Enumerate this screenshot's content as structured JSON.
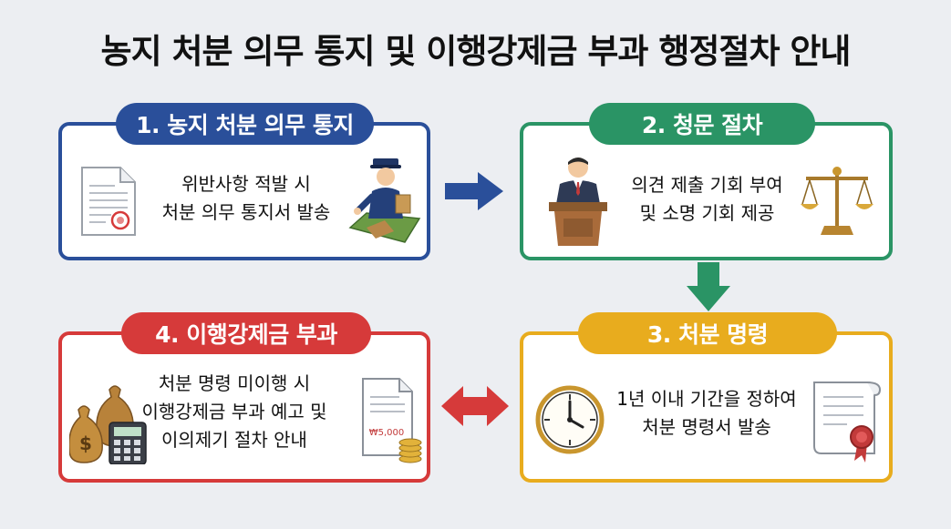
{
  "title": "농지 처분 의무 통지 및 이행강제금 부과 행정절차 안내",
  "colors": {
    "step1": "#2a4f9a",
    "step2": "#2a9465",
    "step3": "#e8ac1e",
    "step4": "#d63a3a",
    "arrow_blue": "#2a4f9a",
    "arrow_green": "#2a9465",
    "arrow_red": "#d63a3a"
  },
  "steps": [
    {
      "label": "1. 농지 처분 의무 통지",
      "lines": [
        "위반사항 적발 시",
        "처분 의무 통지서 발송"
      ],
      "icons": [
        "notice-document-icon",
        "inspector-officer-icon"
      ]
    },
    {
      "label": "2. 청문 절차",
      "lines": [
        "의견 제출 기회 부여",
        "및 소명 기회 제공"
      ],
      "icons": [
        "speaker-podium-icon",
        "scales-of-justice-icon"
      ]
    },
    {
      "label": "3. 처분 명령",
      "lines": [
        "1년 이내 기간을 정하여",
        "처분 명령서 발송"
      ],
      "icons": [
        "clock-icon",
        "certificate-scroll-icon"
      ]
    },
    {
      "label": "4. 이행강제금 부과",
      "lines": [
        "처분 명령 미이행 시",
        "이행강제금 부과 예고 및",
        "이의제기 절차 안내"
      ],
      "icons": [
        "money-bags-calculator-icon",
        "invoice-coins-icon"
      ],
      "invoice_amount": "₩5,000"
    }
  ]
}
